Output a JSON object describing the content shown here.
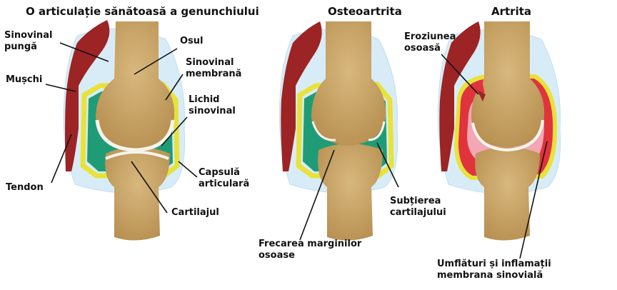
{
  "titles": {
    "healthy": "O articulație sănătoasă a genunchiului",
    "osteo": "Osteoartrita",
    "arthritis": "Artrita"
  },
  "labels": {
    "sinovial_punga": "Sinovinal\npungă",
    "muschi": "Mușchi",
    "tendon": "Tendon",
    "osul": "Osul",
    "sinovinal_membrana": "Sinovinal\nmembrană",
    "lichid": "Lichid\nsinovinal",
    "capsula": "Capsulă\narticulară",
    "cartilajul": "Cartilajul",
    "frecarea": "Frecarea marginilor\nosoase",
    "subtierea": "Subțierea\ncartilajului",
    "eroziunea": "Eroziunea\nosoasă",
    "umflaturi": "Umflături și inflamații\nmembrana sinovială"
  },
  "colors": {
    "bone": "#c9a56a",
    "capsule": "#d8ecf7",
    "muscle": "#9c2424",
    "synovial_fluid": "#1f9c76",
    "membrane": "#e8e23a",
    "cartilage": "#f4f4ec",
    "inflammation": "#e0333c",
    "inflamed_fluid": "#f4a6b4"
  }
}
